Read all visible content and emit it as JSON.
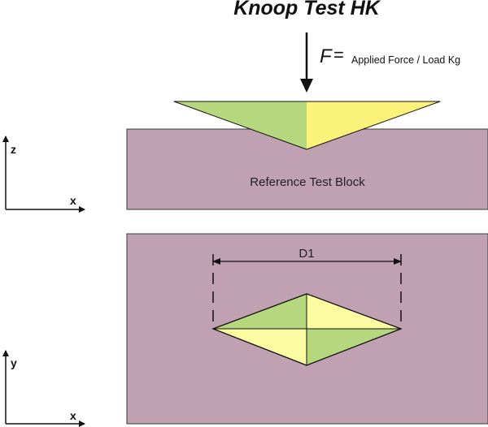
{
  "title": "Knoop Test HK",
  "force": {
    "symbol": "F",
    "equals": "=",
    "description": "Applied Force / Load Kg"
  },
  "block": {
    "label": "Reference Test Block"
  },
  "dimension": {
    "label": "D1"
  },
  "axes": {
    "side_view": {
      "vertical": "z",
      "horizontal": "x"
    },
    "top_view": {
      "vertical": "y",
      "horizontal": "x"
    }
  },
  "colors": {
    "block": "#bfa1b1",
    "indenter_green": "#b5d77d",
    "indenter_yellow": "#fbf27a",
    "imprint_green": "#b5d77d",
    "imprint_yellow": "#fbfca2",
    "stroke": "#111111"
  }
}
